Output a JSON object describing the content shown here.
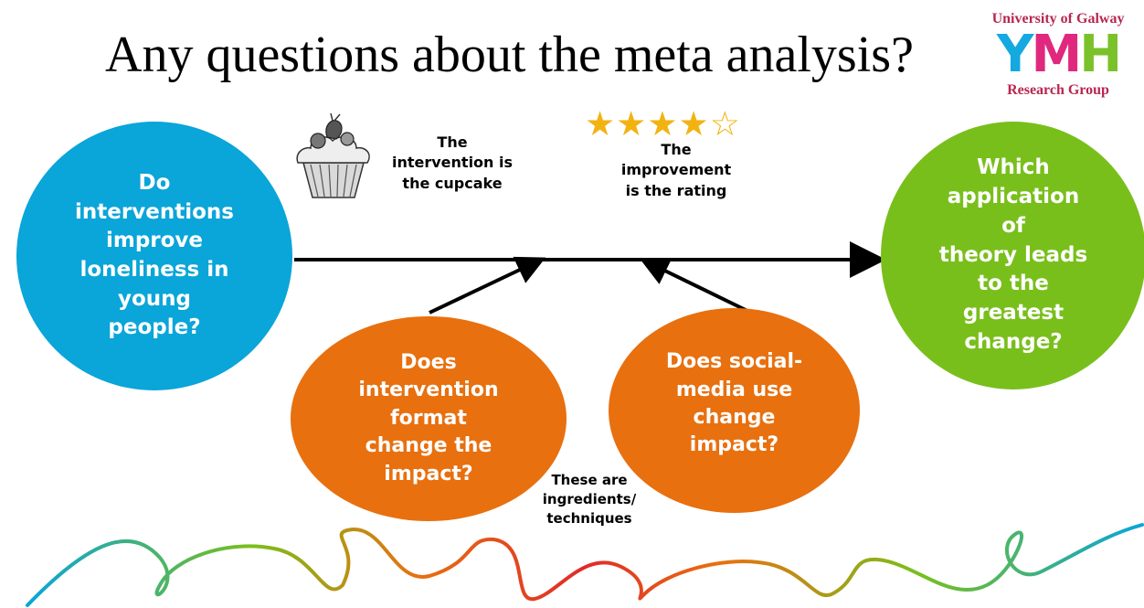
{
  "slide": {
    "title": "Any questions about the meta analysis?"
  },
  "logo": {
    "top_text": "University of Galway",
    "letters": [
      "Y",
      "M",
      "H"
    ],
    "letter_colors": [
      "#14a9e0",
      "#e0287e",
      "#7bc12a"
    ],
    "bottom_text": "Research Group"
  },
  "bubbles": {
    "main_question": "Do\ninterventions\nimprove\nloneliness in\nyoung\npeople?",
    "theory_question": "Which\napplication\nof\ntheory leads\nto the\ngreatest\nchange?",
    "format_question": "Does\nintervention\nformat\nchange the\nimpact?",
    "social_media_question": "Does social-\nmedia use\nchange\nimpact?"
  },
  "notes": {
    "cupcake": "The\nintervention is\nthe cupcake",
    "rating": "The\nimprovement\nis the rating",
    "ingredients": "These are\ningredients/\ntechniques"
  },
  "rating": {
    "filled_stars": 4,
    "total_stars": 5,
    "filled_glyph": "★",
    "empty_glyph": "☆"
  },
  "icons": {
    "cupcake": "cupcake-icon",
    "star": "star-icon"
  },
  "colors": {
    "blue": "#0aa5d9",
    "green": "#79bf1c",
    "orange": "#e8700f",
    "star": "#f2b311",
    "brand_red": "#b8264f"
  }
}
